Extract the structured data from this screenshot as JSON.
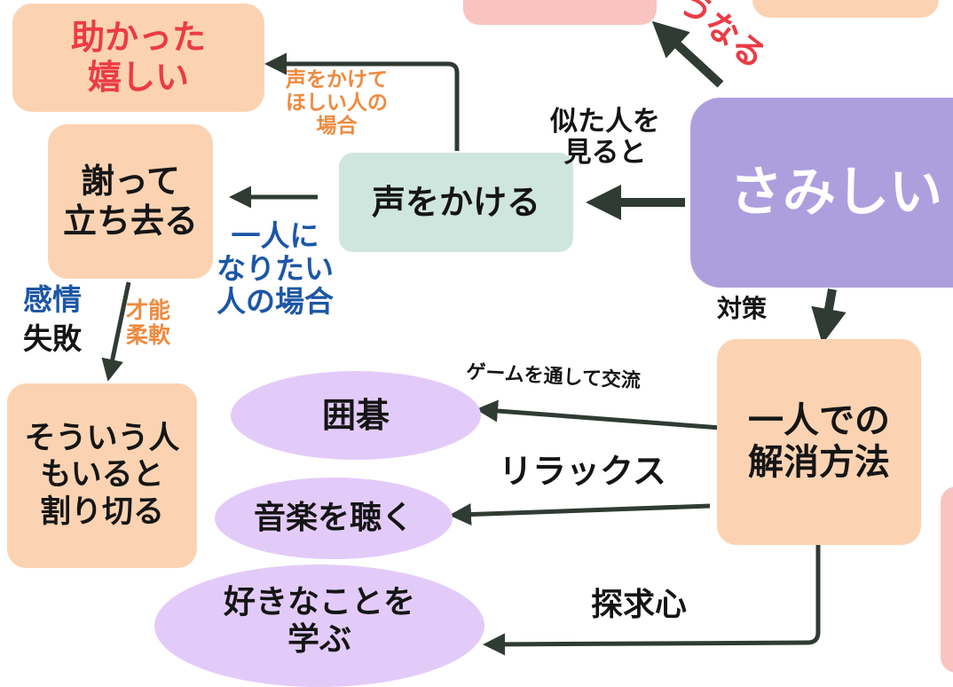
{
  "colors": {
    "peach": "#fbd3b2",
    "mint": "#cfe6df",
    "purple": "#ad9fde",
    "lavender": "#e3cbf9",
    "pink": "#f9c3c0",
    "arrow": "#2f3b33",
    "red_text": "#ec3b44",
    "blue_text": "#1c56a6",
    "orange_text": "#ef8a3e",
    "dark_text": "#151515"
  },
  "nodes": {
    "center": "さみしい",
    "call_out": "声をかける",
    "relieved": "助かった\n嬉しい",
    "apologize": "謝って\n立ち去る",
    "accept": "そういう人\nもいると\n割り切る",
    "solo": "一人での\n解消方法",
    "go": "囲碁",
    "music": "音楽を聴く",
    "study": "好きなことを\n学ぶ"
  },
  "edge_labels": {
    "top_partial": "うなる",
    "similar": "似た人を\n見ると",
    "want_help": "声をかけて\nほしい人の\n場合",
    "alone": "一人に\nなりたい\n人の場合",
    "emotion": "感情",
    "failure": "失敗",
    "talent": "才能\n柔軟",
    "measures": "対策",
    "game": "ゲームを通して交流",
    "relax": "リラックス",
    "curiosity": "探求心"
  }
}
